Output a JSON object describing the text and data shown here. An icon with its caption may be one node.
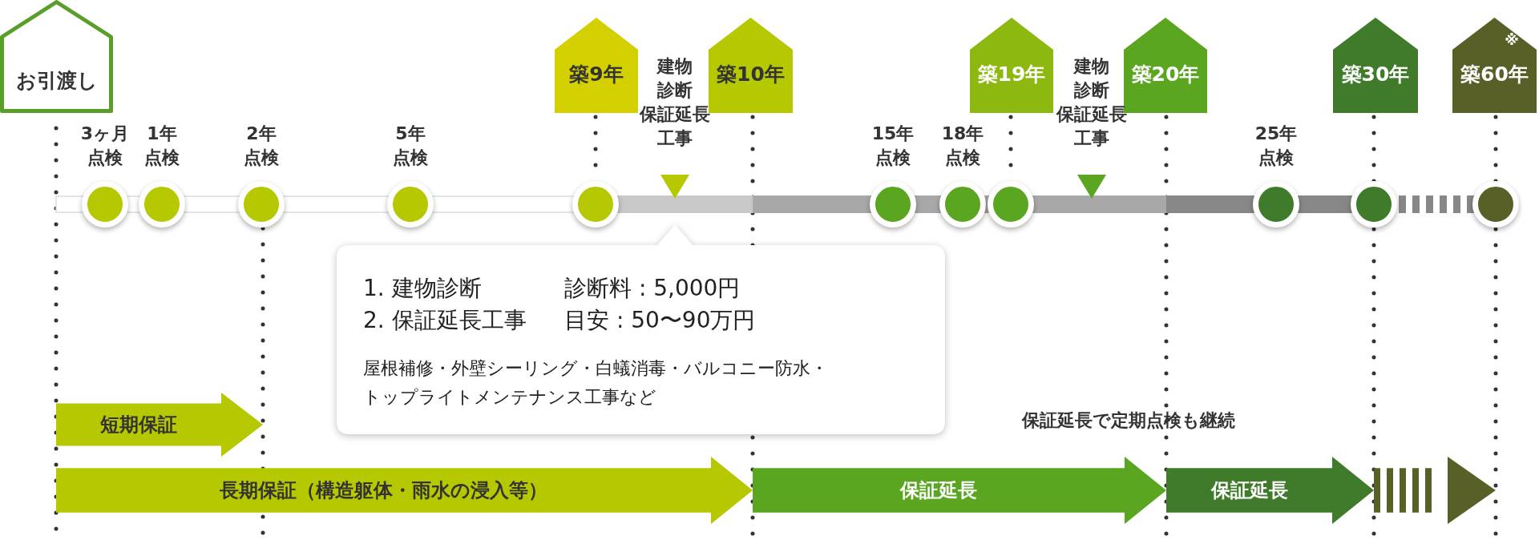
{
  "diagram": {
    "nodes": [
      {
        "text": [
          "お引渡し"
        ]
      },
      {
        "text": [
          "築9年"
        ]
      },
      {
        "text": [
          "築10年"
        ]
      },
      {
        "text": [
          "築19年"
        ]
      },
      {
        "text": [
          "築20年"
        ]
      },
      {
        "text": [
          "築30年"
        ]
      },
      {
        "text": [
          "築60年"
        ]
      },
      {
        "text": [],
        "shape": "circle",
        "beside": [
          "3ヶ月点検"
        ]
      },
      {
        "text": [],
        "shape": "circle",
        "beside": [
          "1年点検"
        ]
      },
      {
        "text": [],
        "shape": "circle",
        "beside": [
          "2年点検"
        ]
      },
      {
        "text": [],
        "shape": "circle",
        "beside": [
          "5年点検"
        ]
      },
      {
        "text": [],
        "shape": "circle"
      },
      {
        "text": [],
        "shape": "circle",
        "beside": [
          "15年点検"
        ]
      },
      {
        "text": [],
        "shape": "circle",
        "beside": [
          "18年点検"
        ]
      },
      {
        "text": [],
        "shape": "circle"
      },
      {
        "text": [],
        "shape": "circle",
        "beside": [
          "25年点検"
        ]
      },
      {
        "text": [],
        "shape": "circle"
      },
      {
        "text": [],
        "shape": "circle"
      },
      {
        "text": [
          "1. 建物診断",
          "診断料 : 5,000円",
          "2. 保証延長工事",
          "目安 : 50〜90万円",
          "屋根補修・外壁シーリング・白蟻消毒・バルコニー防水・トップライトメンテナンス工事など"
        ]
      },
      {
        "text": [
          "短期保証"
        ]
      },
      {
        "text": [
          "長期保証（構造躯体・雨水の浸入等）"
        ]
      },
      {
        "text": [
          "保証延長"
        ]
      },
      {
        "text": [
          "保証延長"
        ]
      },
      {
        "text": [],
        "shape": "arrow"
      }
    ],
    "edges": [
      {
        "from": 1,
        "to": 11,
        "arrow": "none"
      },
      {
        "from": 3,
        "to": 14,
        "arrow": "none"
      }
    ],
    "labels": [
      "建物診断保証延長工事",
      "建物診断保証延長工事",
      "※",
      "保証延長で定期点検も継続"
    ]
  }
}
